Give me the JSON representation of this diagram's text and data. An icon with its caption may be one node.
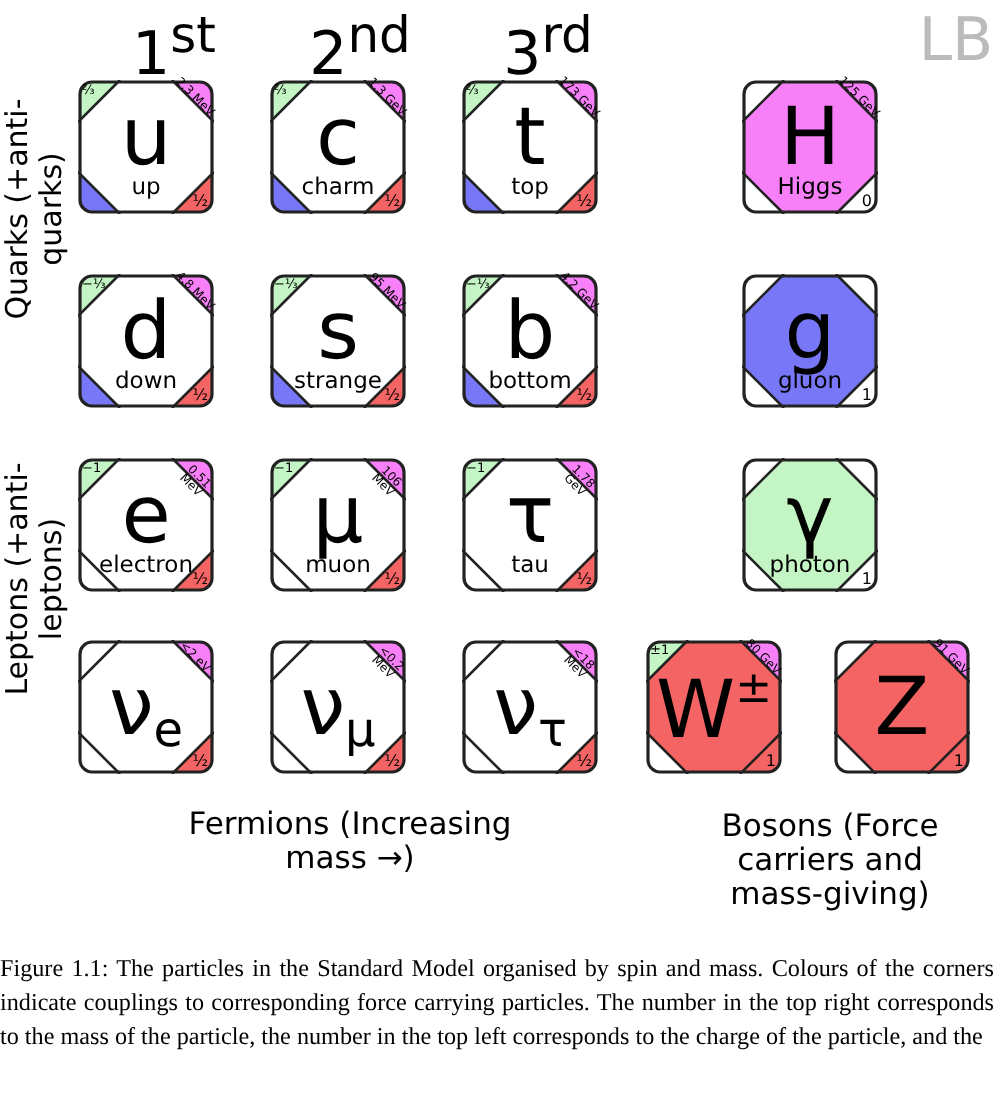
{
  "diagram": {
    "caption": "Figure 1.1: The particles in the Standard Model organised by spin and mass. Colours of the corners indicate couplings to corresponding force carrying particles. The number in the top right corresponds to the mass of the particle, the number in the top left corresponds to the charge of the particle, and the",
    "nodes": [
      {
        "text": [
          "⅔",
          "2.3 MeV",
          "u",
          "up",
          "½"
        ]
      },
      {
        "text": [
          "⅔",
          "1.3 GeV",
          "c",
          "charm",
          "½"
        ]
      },
      {
        "text": [
          "⅔",
          "173 GeV",
          "t",
          "top",
          "½"
        ]
      },
      {
        "text": [
          "125 GeV",
          "H",
          "Higgs",
          "0"
        ]
      },
      {
        "text": [
          "−⅓",
          "4.8 MeV",
          "d",
          "down",
          "½"
        ]
      },
      {
        "text": [
          "−⅓",
          "95 MeV",
          "s",
          "strange",
          "½"
        ]
      },
      {
        "text": [
          "−⅓",
          "4.2 GeV",
          "b",
          "bottom",
          "½"
        ]
      },
      {
        "text": [
          "g",
          "gluon",
          "1"
        ]
      },
      {
        "text": [
          "−1",
          "0.51 MeV",
          "e",
          "electron",
          "½"
        ]
      },
      {
        "text": [
          "−1",
          "106 MeV",
          "μ",
          "muon",
          "½"
        ]
      },
      {
        "text": [
          "−1",
          "1.78 GeV",
          "τ",
          "tau",
          "½"
        ]
      },
      {
        "text": [
          "γ",
          "photon",
          "1"
        ]
      },
      {
        "text": [
          "<2 eV",
          "ν$_{e}$",
          "½"
        ]
      },
      {
        "text": [
          "<0.2 MeV",
          "ν$_{μ}$",
          "½"
        ]
      },
      {
        "text": [
          "<18 MeV",
          "ν$_{τ}$",
          "½"
        ]
      },
      {
        "text": [
          "±1",
          "80 GeV",
          "W$^{±}$",
          "1"
        ]
      },
      {
        "text": [
          "91 GeV",
          "Z",
          "1"
        ]
      }
    ],
    "labels": [
      "1$^{st}$",
      "2$^{nd}$",
      "3$^{rd}$",
      "LB",
      "Quarks (+anti-quarks)",
      "Leptons (+anti-leptons)",
      "Fermions (Increasing mass →)",
      "Bosons (Force carriers and mass-giving)"
    ]
  }
}
